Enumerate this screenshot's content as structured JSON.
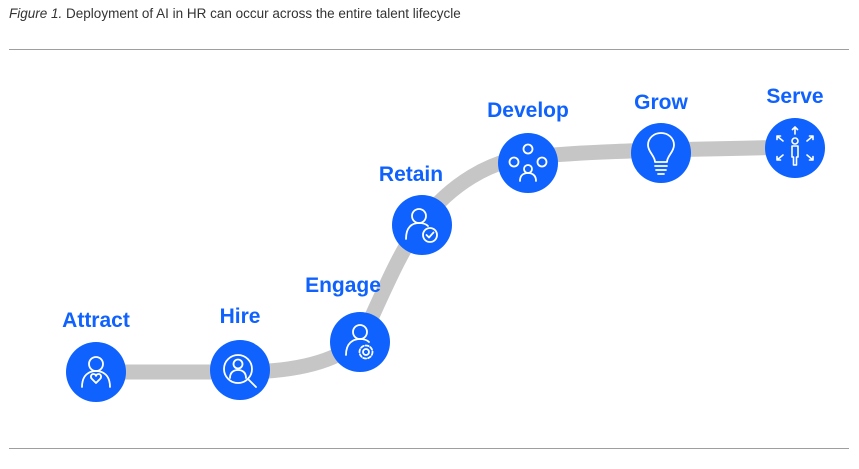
{
  "caption": {
    "figure_label": "Figure 1.",
    "text": "Deployment of AI in HR can occur across the entire talent lifecycle"
  },
  "colors": {
    "accent": "#0f62fe",
    "path": "#c6c6c6",
    "label": "#0f62fe",
    "icon_stroke": "#ffffff"
  },
  "stages": [
    {
      "label": "Attract",
      "icon": "person-heart-icon"
    },
    {
      "label": "Hire",
      "icon": "search-person-icon"
    },
    {
      "label": "Engage",
      "icon": "person-gear-icon"
    },
    {
      "label": "Retain",
      "icon": "person-check-icon"
    },
    {
      "label": "Develop",
      "icon": "network-people-icon"
    },
    {
      "label": "Grow",
      "icon": "lightbulb-icon"
    },
    {
      "label": "Serve",
      "icon": "person-arrows-icon"
    }
  ]
}
